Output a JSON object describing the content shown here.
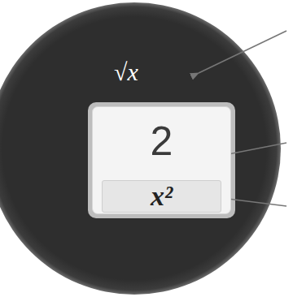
{
  "diagram": {
    "nodes": [
      {
        "text": [
          "2"
        ]
      },
      {
        "text": [
          "x²"
        ],
        "in": 0
      }
    ],
    "labels": [
      "√x"
    ]
  }
}
